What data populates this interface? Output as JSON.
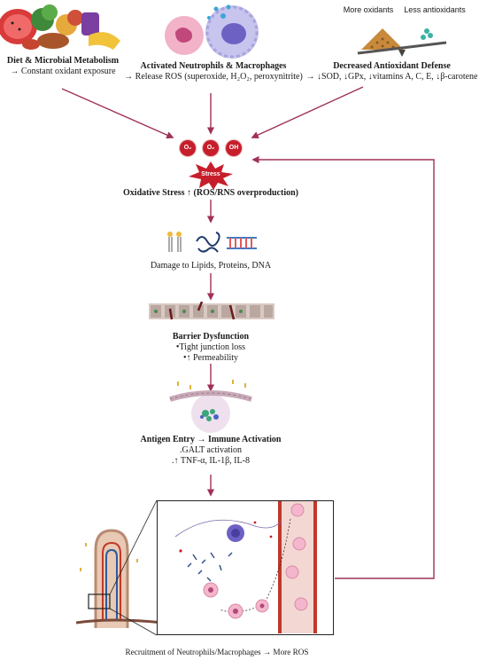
{
  "sources": {
    "diet": {
      "title": "Diet & Microbial Metabolism",
      "subtitle": "→ Constant oxidant exposure",
      "icon": "food-icon"
    },
    "immune": {
      "title": "Activated Neutrophils & Macrophages",
      "subtitle": "→ Release ROS (superoxide, H₂O₂, peroxynitrite)",
      "icon": "immune-cells-icon"
    },
    "antioxidant": {
      "title": "Decreased Antioxidant Defense",
      "subtitle": "→ ↓SOD, ↓GPx, ↓vitamins A, C, E, ↓β-carotene",
      "icon": "seesaw-icon",
      "more_label": "More oxidants",
      "less_label": "Less antioxidants"
    }
  },
  "ros_species": [
    "O₂",
    "O₂",
    "OH"
  ],
  "stress_badge": "Stress",
  "steps": {
    "oxidative_stress": "Oxidative Stress ↑ (ROS/RNS overproduction)",
    "damage": "Damage to Lipids, Proteins, DNA",
    "barrier_title": "Barrier Dysfunction",
    "barrier_bullets": [
      "•Tight junction loss",
      "•↑ Permeability"
    ],
    "antigen_title": "Antigen Entry → Immune Activation",
    "antigen_bullets": [
      ".GALT activation",
      ".↑ TNF-α, IL-1β, IL-8"
    ]
  },
  "recruitment_caption": "Recruitment of Neutrophils/Macrophages → More ROS",
  "colors": {
    "arrow": "#a0305a",
    "ros": "#c61f2b",
    "vessel": "#c0392b",
    "cell": "#f4b6cc"
  }
}
